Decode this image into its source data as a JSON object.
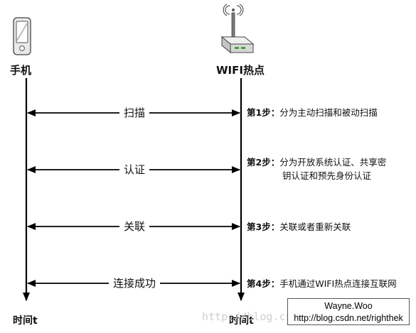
{
  "actors": {
    "left": {
      "name": "手机",
      "icon": "smartphone-icon"
    },
    "right": {
      "name": "WIFI热点",
      "icon": "wifi-router-icon"
    }
  },
  "time_axis": {
    "left_label": "时间t",
    "right_label": "时间t"
  },
  "messages": [
    {
      "label": "扫描",
      "step": "第1步：",
      "description": [
        "分为主动扫描和被动扫描"
      ]
    },
    {
      "label": "认证",
      "step": "第2步：",
      "description": [
        "分为开放系统认证、共享密",
        "钥认证和预先身份认证"
      ]
    },
    {
      "label": "关联",
      "step": "第3步：",
      "description": [
        "关联或者重新关联"
      ]
    },
    {
      "label": "连接成功",
      "step": "第4步：",
      "description": [
        "手机通过WIFI热点连接互联网"
      ]
    }
  ],
  "watermark": "http://blog.csdn.net/",
  "credit": {
    "author": "Wayne.Woo",
    "url": "http://blog.csdn.net/righthek"
  },
  "colors": {
    "line": "#000000",
    "text": "#111111",
    "watermark": "#cfcfcf"
  }
}
